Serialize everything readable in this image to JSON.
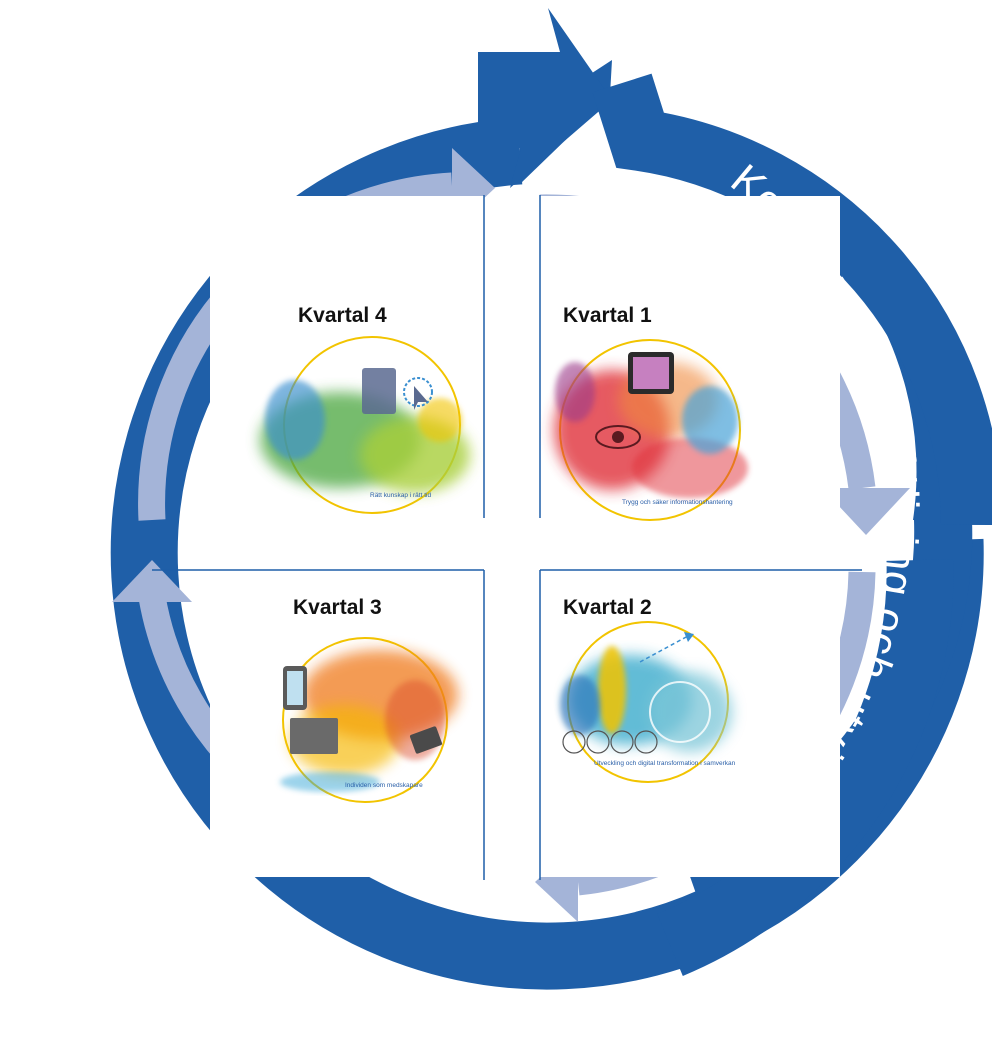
{
  "ring": {
    "label": "Kontinuerlig uppföljning och utvärdering",
    "color": "#1f5fa8"
  },
  "inner_arrow_color": "#a4b4d8",
  "quarters": [
    {
      "id": "q1",
      "title": "Kvartal 1",
      "caption": "Trygg och säker informationshantering",
      "palette": [
        "#e0313b",
        "#f08a3c",
        "#9b3a8a",
        "#4aa3d8"
      ]
    },
    {
      "id": "q2",
      "title": "Kvartal 2",
      "caption": "Utveckling och digital transformation i samverkan",
      "palette": [
        "#2fa6c9",
        "#f2c400",
        "#7bc6d8",
        "#2b6fb8"
      ]
    },
    {
      "id": "q3",
      "title": "Kvartal 3",
      "caption": "Individen som medskapare",
      "palette": [
        "#f07a1a",
        "#f6b800",
        "#d94a2a",
        "#3aa8d8"
      ]
    },
    {
      "id": "q4",
      "title": "Kvartal 4",
      "caption": "Rätt kunskap i rätt tid",
      "palette": [
        "#4aa63c",
        "#a8cf3a",
        "#3a8fd0",
        "#f2c400"
      ]
    }
  ]
}
